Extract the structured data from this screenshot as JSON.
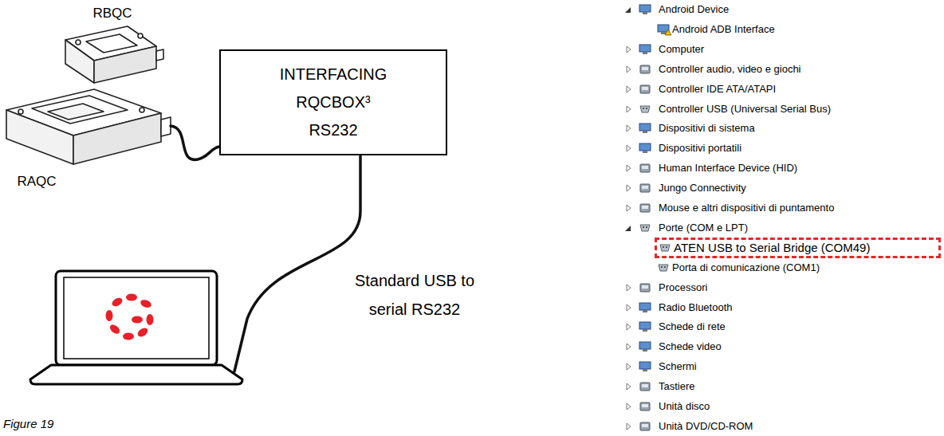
{
  "diagram": {
    "nodes": [
      {
        "text": [
          "INTERFACING RQCBOX³ RS232"
        ]
      },
      {
        "text": [
          "ATEN USB to Serial Bridge (COM49)"
        ]
      }
    ],
    "labels": [
      "RBQC",
      "RAQC",
      "Standard USB to serial RS232",
      "Figure 19",
      "Android Device",
      "Android ADB Interface",
      "Computer",
      "Controller audio, video e giochi",
      "Controller IDE ATA/ATAPI",
      "Controller USB (Universal Serial Bus)",
      "Dispositivi di sistema",
      "Dispositivi portatili",
      "Human Interface Device (HID)",
      "Jungo Connectivity",
      "Mouse e altri dispositivi di puntamento",
      "Porte (COM e LPT)",
      "Porta di comunicazione (COM1)",
      "Processori",
      "Radio Bluetooth",
      "Schede di rete",
      "Schede video",
      "Schermi",
      "Tastiere",
      "Unità disco",
      "Unità DVD/CD-ROM"
    ]
  }
}
